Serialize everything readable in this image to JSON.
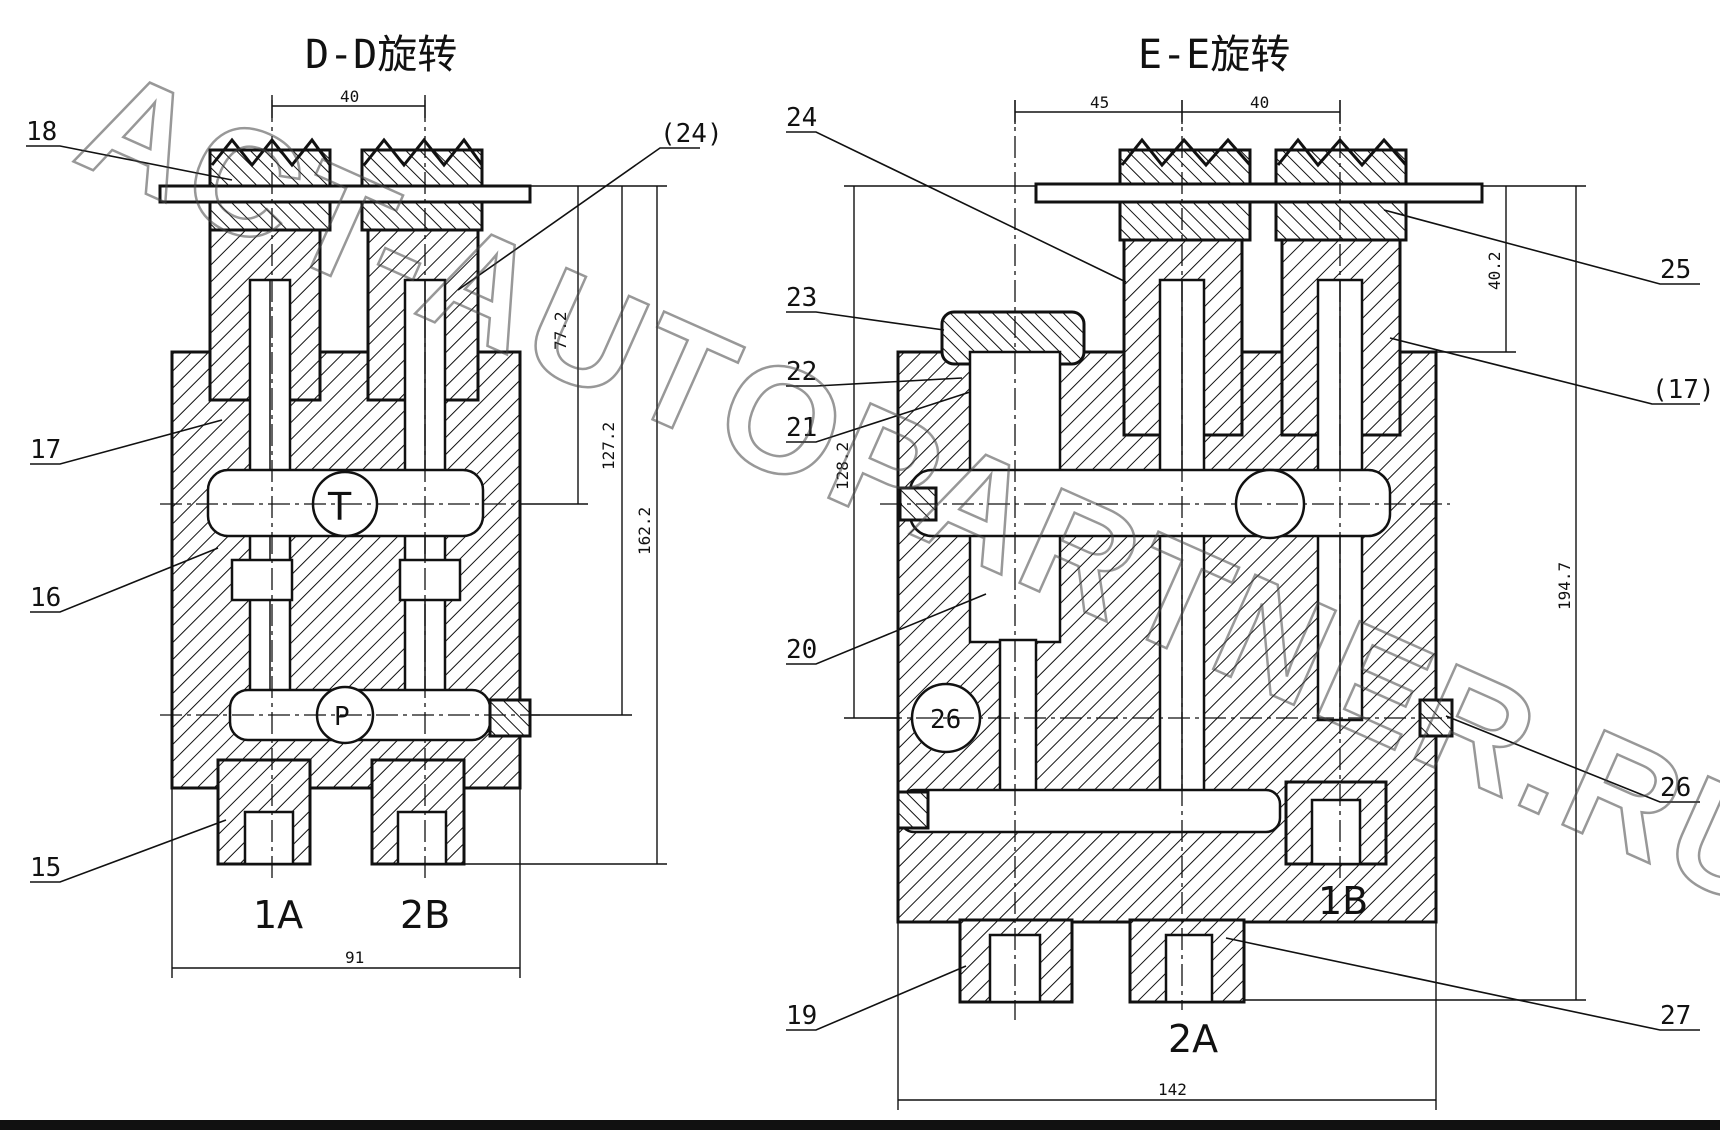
{
  "left_view": {
    "title": "D-D旋转",
    "ports": [
      "1A",
      "2B"
    ],
    "callouts": [
      "18",
      "(24)",
      "17",
      "16",
      "15"
    ],
    "dimensions": [
      "40",
      "77.2",
      "127.2",
      "162.2",
      "91"
    ],
    "center_marks": [
      "T",
      "P"
    ]
  },
  "right_view": {
    "title": "E-E旋转",
    "ports": [
      "1B",
      "2A"
    ],
    "callouts": [
      "24",
      "23",
      "22",
      "21",
      "20",
      "19",
      "25",
      "(17)",
      "26",
      "27"
    ],
    "dimensions": [
      "45",
      "40",
      "40.2",
      "128.2",
      "194.7",
      "142"
    ],
    "center_marks": [
      "26"
    ]
  },
  "watermark": "ACT-AUTOPARTNER.RU"
}
